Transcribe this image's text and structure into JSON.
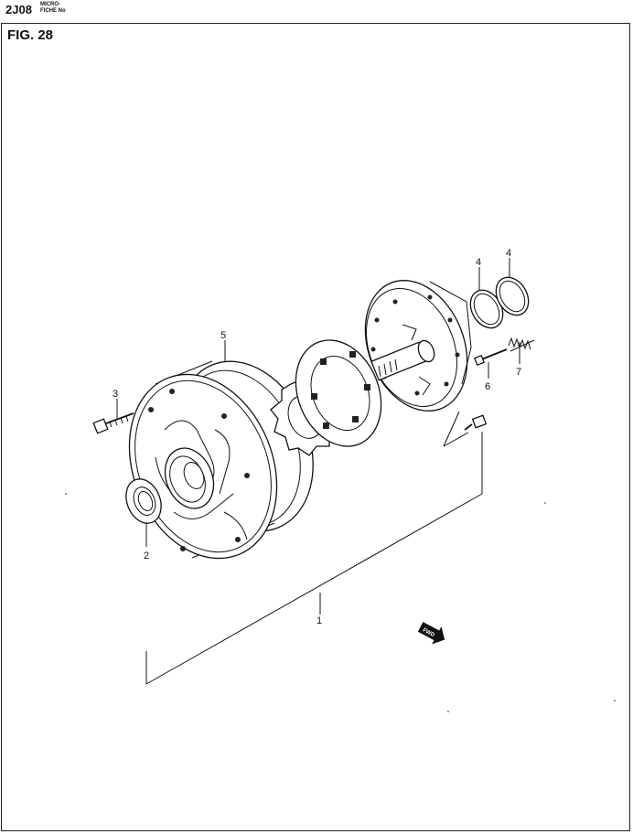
{
  "header": {
    "code": "2J08",
    "micro_line1": "MICRO-",
    "micro_line2": "FICHE No"
  },
  "figure": {
    "title": "FIG.  28",
    "fwd_label": "FWD"
  },
  "callouts": [
    {
      "id": "c1",
      "text": "1"
    },
    {
      "id": "c2",
      "text": "2"
    },
    {
      "id": "c3",
      "text": "3"
    },
    {
      "id": "c4a",
      "text": "4"
    },
    {
      "id": "c4b",
      "text": "4"
    },
    {
      "id": "c5",
      "text": "5"
    },
    {
      "id": "c6",
      "text": "6"
    },
    {
      "id": "c7",
      "text": "7"
    }
  ]
}
